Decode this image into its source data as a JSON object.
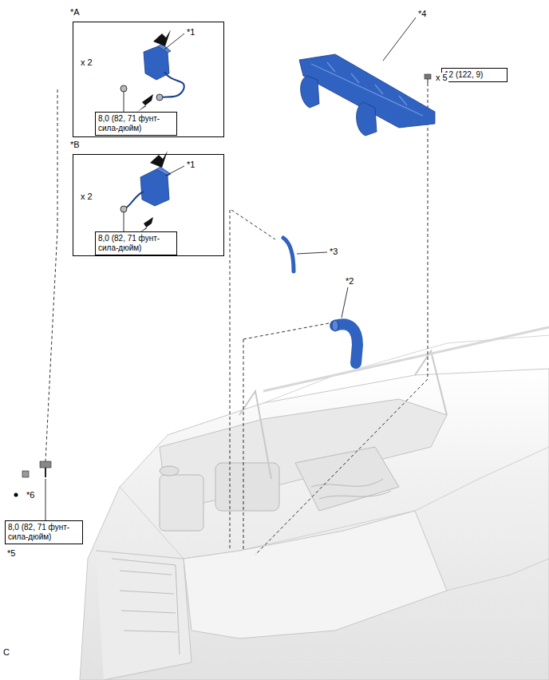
{
  "diagram": {
    "nodes": [
      {
        "text": [
          "*A"
        ]
      },
      {
        "text": [
          "8,0 (82, 71 фунт-сила-дюйм)"
        ],
        "in": 0
      },
      {
        "text": [
          "*B"
        ]
      },
      {
        "text": [
          "8,0 (82, 71 фунт-сила-дюйм)"
        ],
        "in": 2
      },
      {
        "text": [
          "12 (122, 9)"
        ]
      },
      {
        "text": [
          "8,0 (82, 71 фунт-сила-дюйм)"
        ]
      }
    ],
    "labels": [
      "*1",
      "x 2",
      "*1",
      "x 2",
      "*4",
      "x 5",
      "*3",
      "*2",
      "*6",
      "*5",
      "C"
    ]
  }
}
